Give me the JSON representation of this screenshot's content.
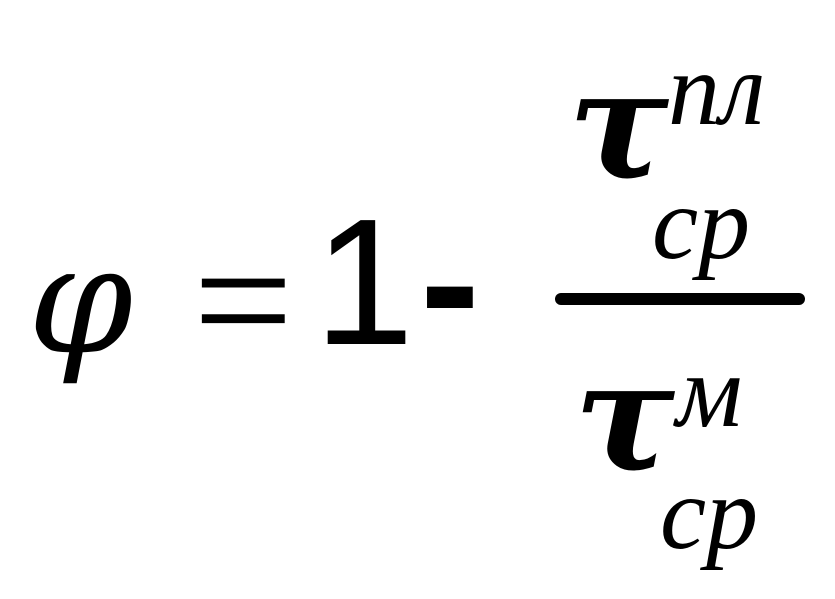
{
  "formula": {
    "lhs": "φ",
    "equals": "=",
    "one": "1",
    "minus": "-",
    "numerator": {
      "symbol": "τ",
      "superscript": "пл",
      "subscript": "ср"
    },
    "denominator": {
      "symbol": "τ",
      "superscript": "м",
      "subscript": "ср"
    }
  }
}
